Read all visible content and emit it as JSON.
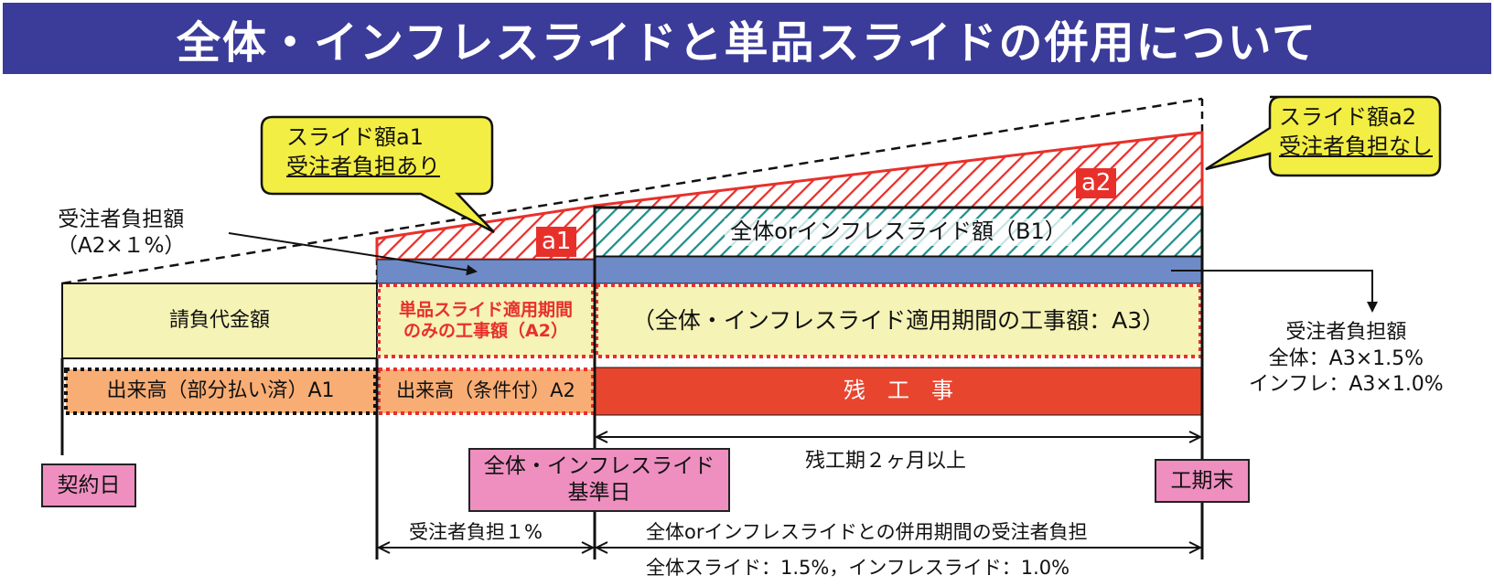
{
  "title": "全体・インフレスライドと単品スライドの併用について",
  "callout_a1": {
    "line1": "スライド額a1",
    "line2": "受注者負担あり"
  },
  "callout_a2": {
    "line1": "スライド額a2",
    "line2": "受注者負担なし"
  },
  "label_a1": "a1",
  "label_a2": "a2",
  "burden_left": {
    "line1": "受注者負担額",
    "line2": "（A2×１%）"
  },
  "b1_label": "全体orインフレスライド額（B1）",
  "contract_amount": "請負代金額",
  "a2_box": {
    "line1": "単品スライド適用期間",
    "line2": "のみの工事額（A2）"
  },
  "a3_box": "（全体・インフレスライド適用期間の工事額：A3）",
  "progress_a1": "出来高（部分払い済）A1",
  "progress_a2": "出来高（条件付）A2",
  "remaining_work": "残　工　事",
  "burden_right": {
    "line1": "受注者負担額",
    "line2": "全体：A3×1.5%",
    "line3": "インフレ：A3×1.0%"
  },
  "remaining_period": "残工期２ヶ月以上",
  "date_contract": "契約日",
  "date_base": {
    "line1": "全体・インフレスライド",
    "line2": "基準日"
  },
  "date_end": "工期末",
  "bottom_left": "受注者負担１%",
  "bottom_right_1": "全体orインフレスライドとの併用期間の受注者負担",
  "bottom_right_2": "全体スライド：1.5%，インフレスライド：1.0%",
  "colors": {
    "header_bg": "#3b3b99",
    "callout": "#f3ee43",
    "hatch_red": "#e8302b",
    "hatch_teal": "#1f8f8b",
    "band_blue": "#6f8bc7",
    "contract_yellow": "#f5f3b5",
    "progress_orange": "#f8ad74",
    "remaining_red": "#e8452f",
    "date_pink": "#ee8fc0"
  }
}
